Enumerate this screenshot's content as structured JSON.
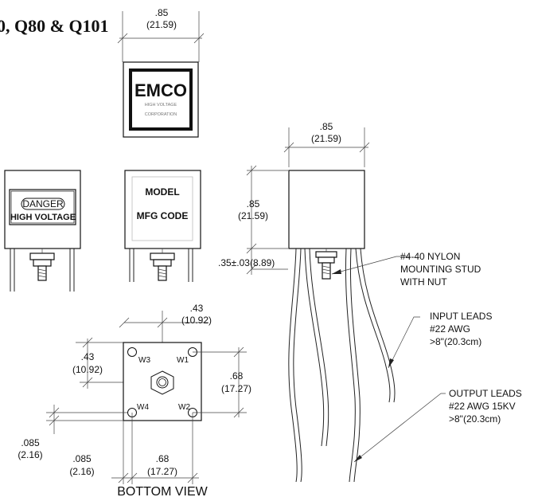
{
  "title": "0, Q80 & Q101",
  "logo": {
    "brand": "EMCO",
    "line1": "HIGH VOLTAGE",
    "line2": "CORPORATION"
  },
  "front_label": {
    "danger": "DANGER",
    "high_voltage": "HIGH VOLTAGE"
  },
  "side_label": {
    "model": "MODEL",
    "mfg_code": "MFG CODE"
  },
  "dims": {
    "top_width_in": ".85",
    "top_width_mm": "(21.59)",
    "right_width_in": ".85",
    "right_width_mm": "(21.59)",
    "right_height_in": ".85",
    "right_height_mm": "(21.59)",
    "stud_length": ".35±.03(8.89)",
    "bv_top_in": ".43",
    "bv_top_mm": "(10.92)",
    "bv_left_in": ".43",
    "bv_left_mm": "(10.92)",
    "bv_right_in": ".68",
    "right_mm_b": "(17.27)",
    "bv_bottom_in": ".68",
    "bv_bottom_mm": "(17.27)",
    "bv_edge_y_in": ".085",
    "bv_edge_y_mm": "(2.16)",
    "bv_edge_x_in": ".085",
    "bv_edge_x_mm": "(2.16)"
  },
  "pins": {
    "w1": "W1",
    "w2": "W2",
    "w3": "W3",
    "w4": "W4"
  },
  "callouts": {
    "stud_1": "#4-40  NYLON",
    "stud_2": "MOUNTING STUD",
    "stud_3": "WITH NUT",
    "input_1": "INPUT LEADS",
    "input_2": "#22 AWG",
    "input_3": ">8\"(20.3cm)",
    "output_1": "OUTPUT LEADS",
    "output_2": "#22 AWG 15KV",
    "output_3": ">8\"(20.3cm)"
  },
  "bottom_view_label": "BOTTOM VIEW"
}
